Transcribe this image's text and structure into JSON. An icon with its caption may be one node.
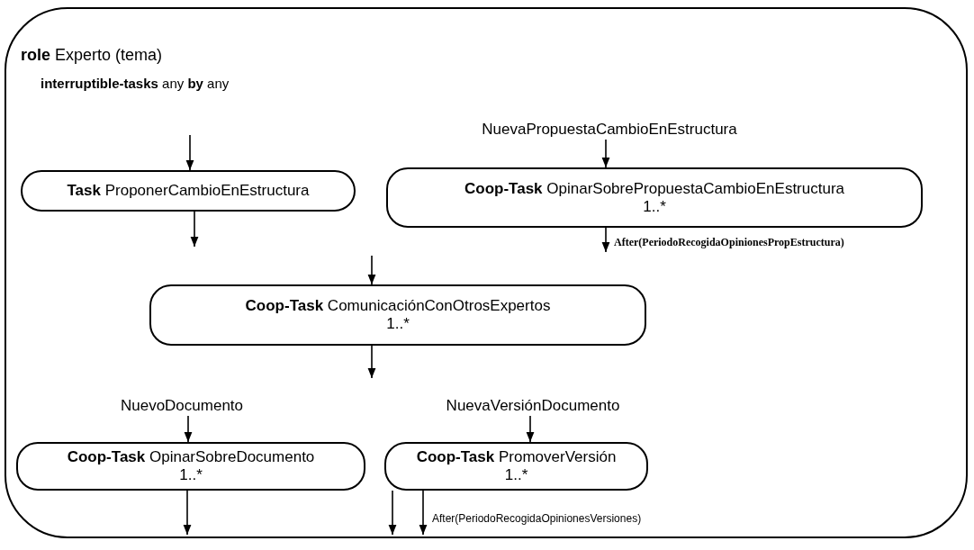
{
  "diagram": {
    "nodes": [
      {
        "text": [
          "**role** Experto (tema)",
          "**interruptible-tasks** any **by** any"
        ]
      },
      {
        "text": [
          "**Task** ProponerCambioEnEstructura"
        ],
        "in": 0
      },
      {
        "text": [
          "NuevaPropuestaCambioEnEstructura"
        ],
        "in": 0
      },
      {
        "text": [
          "**Coop-Task** OpinarSobrePropuestaCambioEnEstructura",
          "1..*"
        ],
        "in": 0
      },
      {
        "text": [
          "**Coop-Task** ComunicaciónConOtrosExpertos",
          "1..*"
        ],
        "in": 0
      },
      {
        "text": [
          "NuevoDocumento"
        ],
        "in": 0
      },
      {
        "text": [
          "**Coop-Task** OpinarSobreDocumento",
          "1..*"
        ],
        "in": 0
      },
      {
        "text": [
          "NuevaVersiónDocumento"
        ],
        "in": 0
      },
      {
        "text": [
          "**Coop-Task** PromoverVersión",
          "1..*"
        ],
        "in": 0
      }
    ],
    "edges": [
      {
        "from": null,
        "to": 1,
        "arrow": "to"
      },
      {
        "from": 2,
        "to": 3,
        "arrow": "to"
      },
      {
        "from": 1,
        "to": null,
        "arrow": "to"
      },
      {
        "from": 3,
        "to": null,
        "arrow": "to",
        "label": "After(PeriodoRecogidaOpinionesPropEstructura)"
      },
      {
        "from": null,
        "to": 4,
        "arrow": "to"
      },
      {
        "from": 4,
        "to": null,
        "arrow": "to"
      },
      {
        "from": 5,
        "to": 6,
        "arrow": "to"
      },
      {
        "from": 7,
        "to": 8,
        "arrow": "to"
      },
      {
        "from": 6,
        "to": null,
        "arrow": "to"
      },
      {
        "from": 8,
        "to": null,
        "arrow": "to"
      },
      {
        "from": 8,
        "to": null,
        "arrow": "to",
        "label": "After(PeriodoRecogidaOpinionesVersiones)"
      }
    ]
  }
}
